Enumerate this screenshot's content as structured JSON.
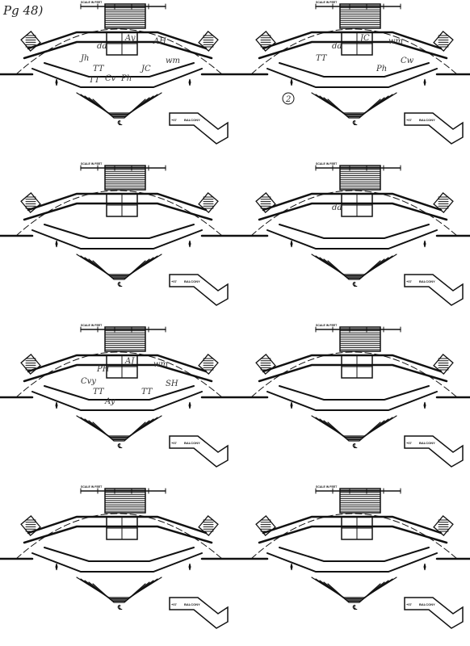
{
  "page_label": "Pg 48)",
  "panels": [
    {
      "id": "p1",
      "circled_number": "",
      "annotations": [
        "da",
        "Ay",
        "AH",
        "wm",
        "JC",
        "Jh",
        "TT",
        "Cv",
        "Ph",
        "TT"
      ]
    },
    {
      "id": "p2",
      "circled_number": "2",
      "annotations": [
        "da",
        "JC",
        "wm",
        "Cw",
        "Ph",
        "TT"
      ]
    },
    {
      "id": "p3",
      "circled_number": "",
      "annotations": []
    },
    {
      "id": "p4",
      "circled_number": "",
      "annotations": [
        "da"
      ]
    },
    {
      "id": "p5",
      "circled_number": "",
      "annotations": [
        "PH",
        "AJ",
        "wm",
        "SH",
        "TT",
        "Cvy",
        "TT",
        "Ay"
      ]
    },
    {
      "id": "p6",
      "circled_number": "",
      "annotations": []
    },
    {
      "id": "p7",
      "circled_number": "",
      "annotations": []
    },
    {
      "id": "p8",
      "circled_number": "",
      "annotations": []
    }
  ],
  "plan_labels": {
    "balcony": "BALCONY",
    "level_mark": "+07",
    "centerline": "℄",
    "scale_caption": "SCALE IN FEET"
  }
}
